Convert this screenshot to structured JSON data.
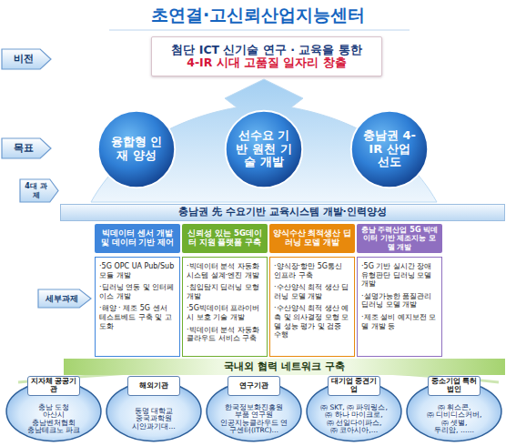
{
  "diagram": {
    "title": "초연결·고신뢰산업지능센터",
    "nodes": [
      {
        "text": [
          "비전"
        ]
      },
      {
        "text": [
          "첨단 ICT 신기술 연구 · 교육을 통한",
          "4-IR 시대 고품질 일자리 창출"
        ]
      },
      {
        "text": [
          "목표"
        ]
      },
      {
        "text": [
          "융합형 인재 양성"
        ]
      },
      {
        "text": [
          "선수요 기반 원천 기술 개발"
        ]
      },
      {
        "text": [
          "충남권 4-IR 산업 선도"
        ]
      },
      {
        "text": [
          "4대 과제"
        ]
      },
      {
        "text": [
          "충남권 先 수요기반 교육시스템 개발·인력양성"
        ]
      },
      {
        "text": [
          "빅데이터 센서 개발 및 데이터 기반 제어"
        ]
      },
      {
        "text": [
          "신뢰성 있는 5G데이터 지원 플랫폼 구축"
        ]
      },
      {
        "text": [
          "양식수산 최적생산 딥러닝 모델 개발"
        ]
      },
      {
        "text": [
          "충남 주력산업 5G 빅데이터 기반 제조지능 모델 개발"
        ]
      },
      {
        "text": [
          "세부과제"
        ]
      },
      {
        "text": [
          "·5G OPC UA Pub/Sub 모듈 개발",
          "·딥러닝 연동 및 인터페이스 개발",
          "·해양 · 제조 5G 센서 테스트베드 구축 및 고도화"
        ]
      },
      {
        "text": [
          "·빅데이터 분석 자동화 시스템 설계·엔진 개발",
          "·침입탐지 딥러닝 모형 개발",
          "·5G빅데이터 프라이버시 보호 기술 개발",
          "·빅데이터 분석 자동화 클라우드 서비스 구축"
        ]
      },
      {
        "text": [
          "·양식장·항만 5G통신 인프라 구축",
          "·수산양식 최적 생산 딥러닝 모델 개발",
          "·수산양식 최적 생산 예측 및 의사결정 모형 모델 성능 평가 및 검증 수행"
        ]
      },
      {
        "text": [
          "·5G 기반 실시간 장애 유형판단 딥러닝 모델 개발",
          "·설명가능한 품질관리 딥러닝 모델 개발",
          "·제조 설비 예지보전 모델 개발 등"
        ]
      },
      {
        "text": [
          "국내외 협력 네트워크 구축"
        ]
      },
      {
        "text": [
          "충남 도청",
          "아산시",
          "충남벤처협회",
          "충남테크노 파크"
        ]
      },
      {
        "text": [
          "지자체 공공기관"
        ],
        "in": 18
      },
      {
        "text": [
          "동명 대학교",
          "중국과학원",
          "시안과기대…"
        ]
      },
      {
        "text": [
          "해외기관"
        ],
        "in": 20
      },
      {
        "text": [
          "한국정보화진흥원",
          "부품 연구원",
          "인공지능클라우드 연구센터(ITRC)…"
        ]
      },
      {
        "text": [
          "연구기관"
        ],
        "in": 22
      },
      {
        "text": [
          "㈜ SKT, ㈜ 파워링스,",
          "㈜ 하나 마이크로,",
          "㈜ 선일다이파스,",
          "㈜ 코아시아,…"
        ]
      },
      {
        "text": [
          "대기업 중견기업"
        ],
        "in": 24
      },
      {
        "text": [
          "㈜ 휘스콘,",
          "㈜ 디비디스커버,",
          "㈜ 셋별,",
          "두리암, ……"
        ]
      },
      {
        "text": [
          "중소기업 특허법인"
        ],
        "in": 26
      }
    ]
  }
}
